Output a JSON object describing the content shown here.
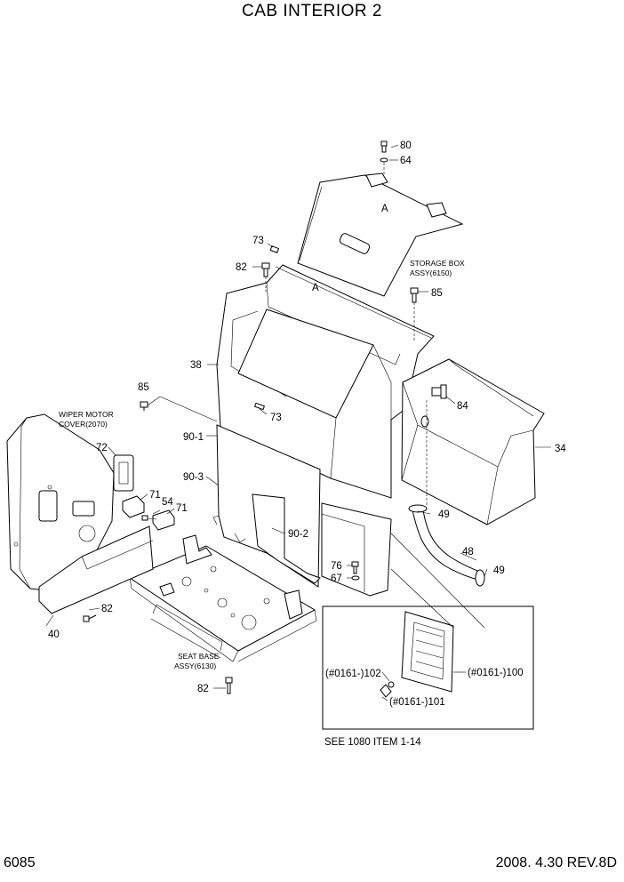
{
  "title": "CAB INTERIOR 2",
  "footer": {
    "page": "6085",
    "revision": "2008. 4.30 REV.8D"
  },
  "callouts": [
    {
      "id": "c80",
      "text": "80"
    },
    {
      "id": "c64",
      "text": "64"
    },
    {
      "id": "cA1",
      "text": "A"
    },
    {
      "id": "c73a",
      "text": "73"
    },
    {
      "id": "c82a",
      "text": "82"
    },
    {
      "id": "cA2",
      "text": "A"
    },
    {
      "id": "c85a",
      "text": "85"
    },
    {
      "id": "c38",
      "text": "38"
    },
    {
      "id": "c85b",
      "text": "85"
    },
    {
      "id": "c73b",
      "text": "73"
    },
    {
      "id": "c84",
      "text": "84"
    },
    {
      "id": "c34",
      "text": "34"
    },
    {
      "id": "c72",
      "text": "72"
    },
    {
      "id": "c90-1",
      "text": "90-1"
    },
    {
      "id": "c90-3",
      "text": "90-3"
    },
    {
      "id": "c71a",
      "text": "71"
    },
    {
      "id": "c54",
      "text": "54"
    },
    {
      "id": "c71b",
      "text": "71"
    },
    {
      "id": "c49a",
      "text": "49"
    },
    {
      "id": "c90-2",
      "text": "90-2"
    },
    {
      "id": "c48",
      "text": "48"
    },
    {
      "id": "c76",
      "text": "76"
    },
    {
      "id": "c67",
      "text": "67"
    },
    {
      "id": "c49b",
      "text": "49"
    },
    {
      "id": "c82b",
      "text": "82"
    },
    {
      "id": "c40",
      "text": "40"
    },
    {
      "id": "c100",
      "text": "(#0161-)100"
    },
    {
      "id": "c102",
      "text": "(#0161-)102"
    },
    {
      "id": "c101",
      "text": "(#0161-)101"
    },
    {
      "id": "c82c",
      "text": "82"
    }
  ],
  "notes": {
    "storage_box_1": "STORAGE BOX",
    "storage_box_2": "ASSY(6150)",
    "wiper_1": "WIPER MOTOR",
    "wiper_2": "COVER(2070)",
    "seat_1": "SEAT BASE",
    "seat_2": "ASSY(6130)",
    "see_ref": "SEE 1080 ITEM 1-14"
  }
}
